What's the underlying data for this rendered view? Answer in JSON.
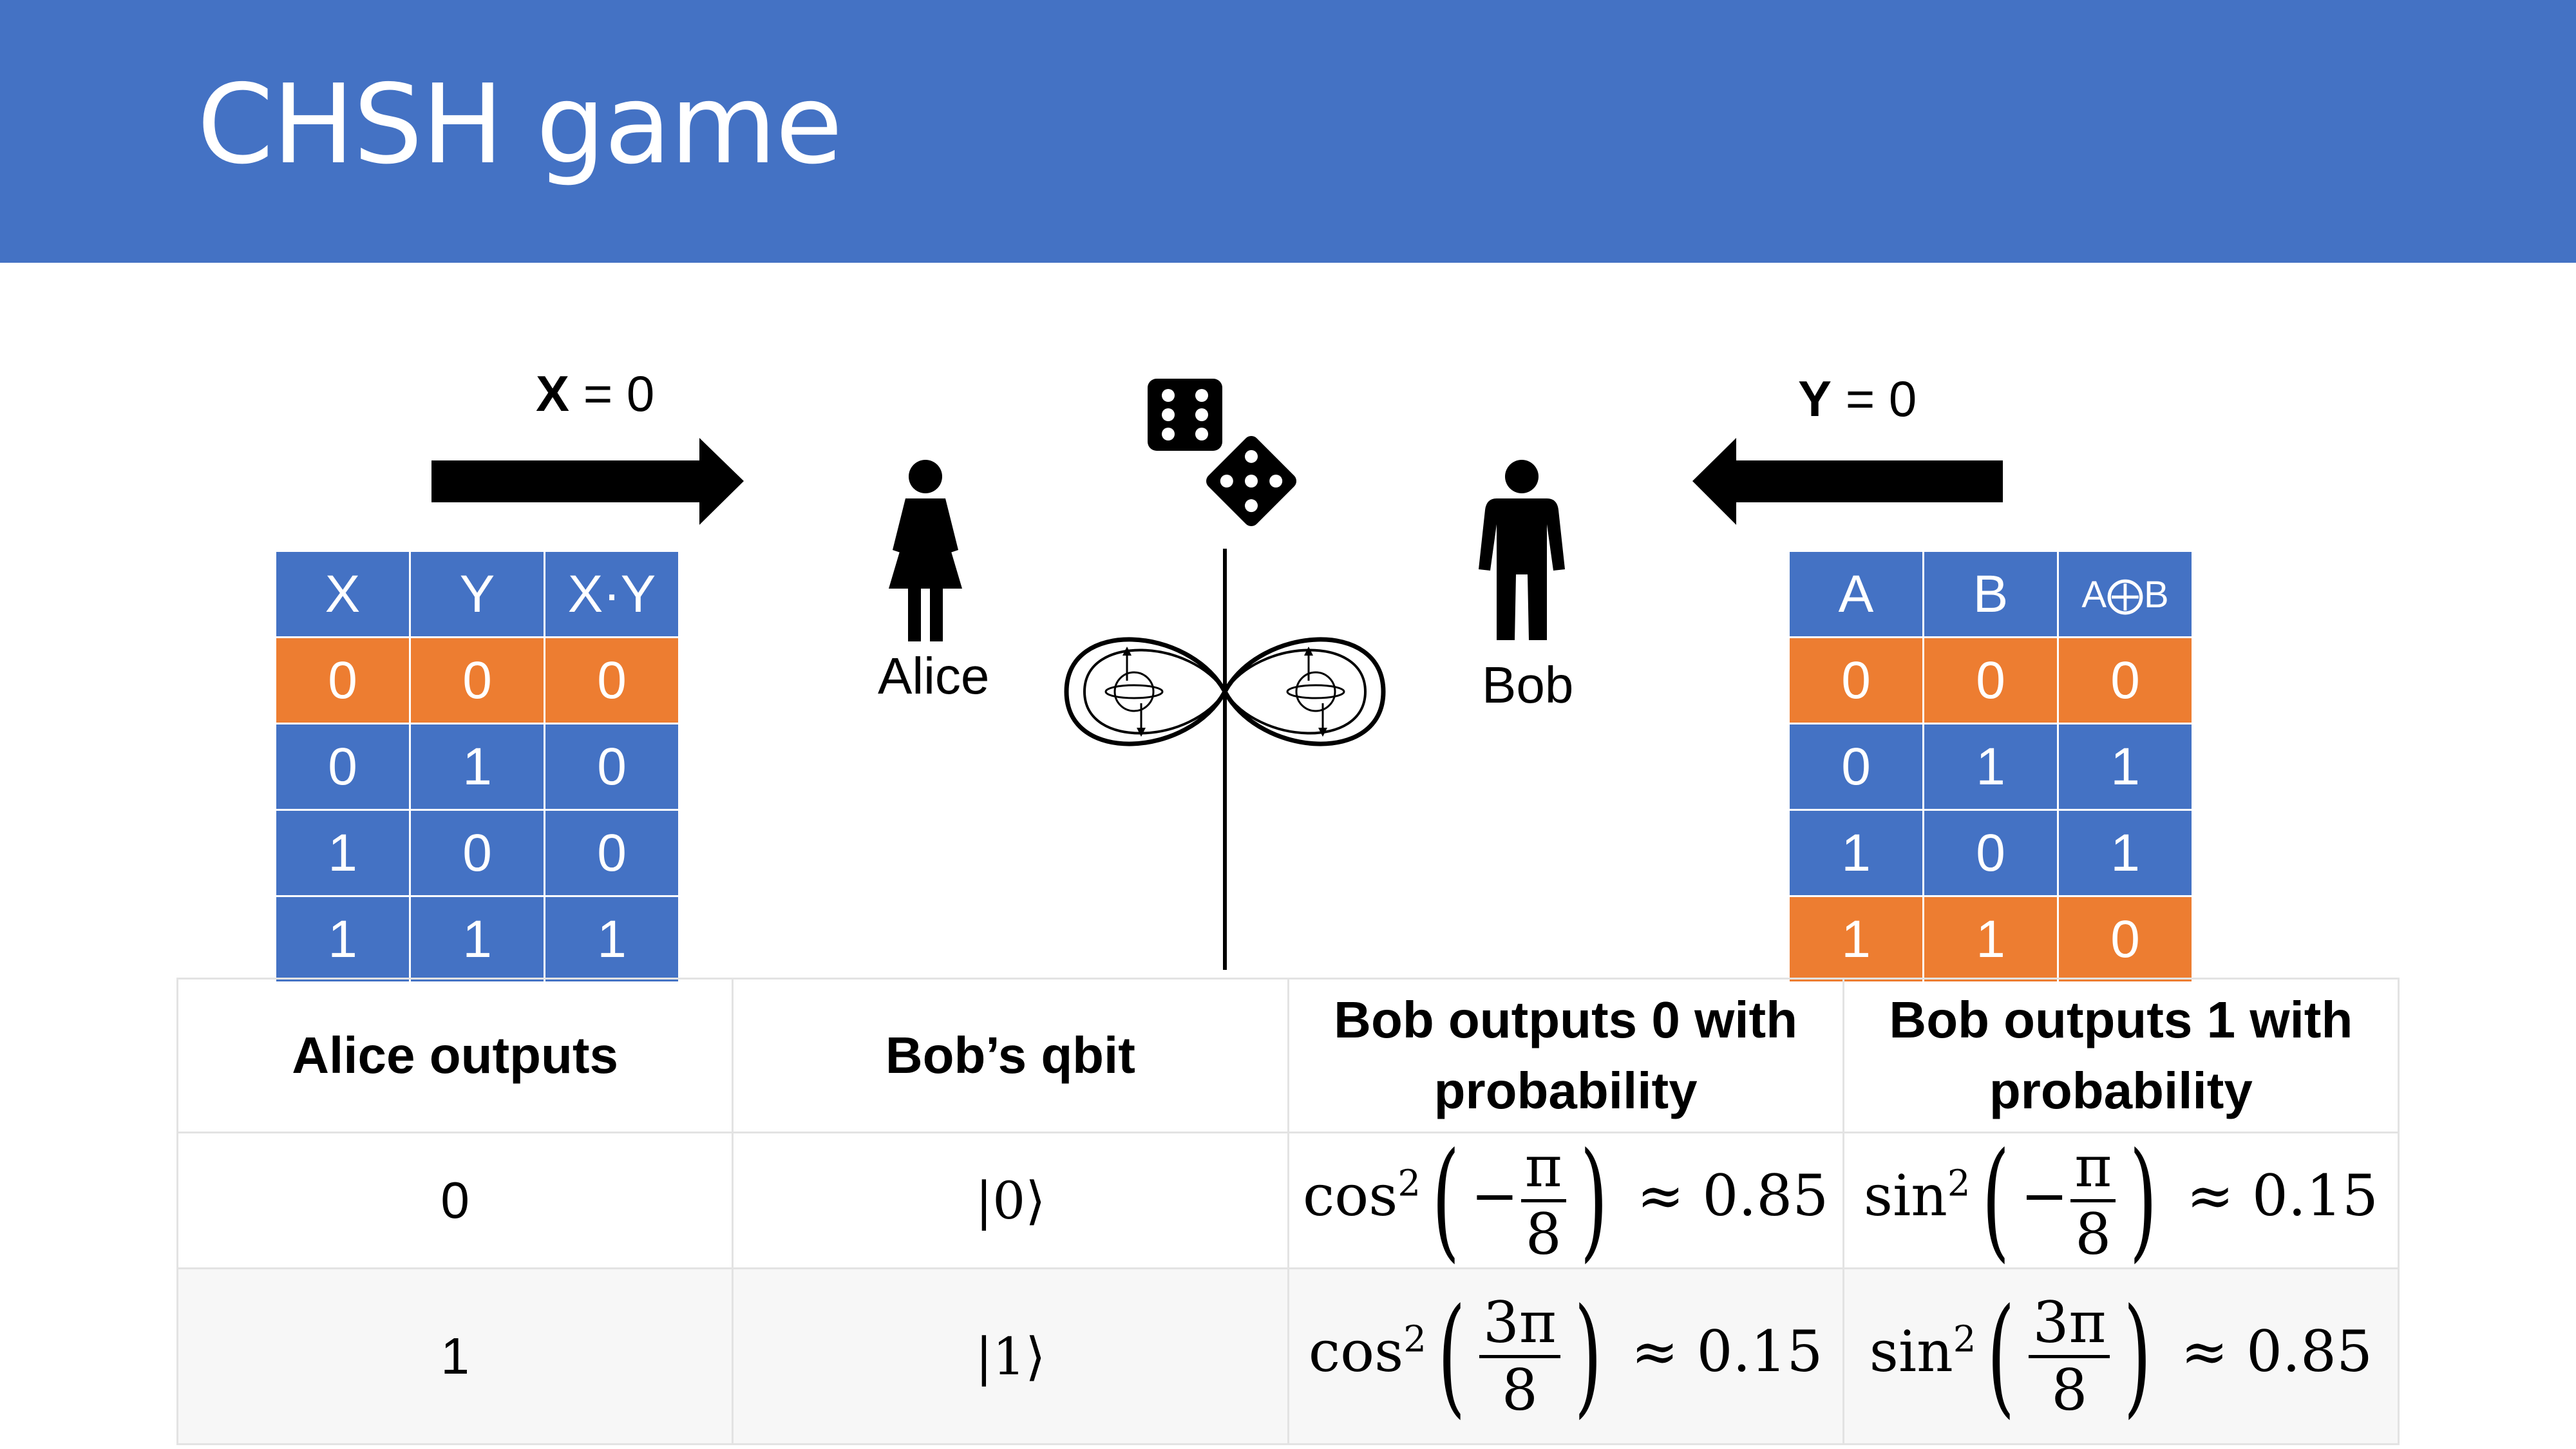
{
  "title": "CHSH game",
  "alice_input": {
    "var": "X",
    "rest": " = 0"
  },
  "bob_input": {
    "var": "Y",
    "rest": " = 0"
  },
  "alice_label": "Alice",
  "bob_label": "Bob",
  "left_table": {
    "headers": [
      "X",
      "Y",
      "X·Y"
    ],
    "rows": [
      [
        "0",
        "0",
        "0"
      ],
      [
        "0",
        "1",
        "0"
      ],
      [
        "1",
        "0",
        "0"
      ],
      [
        "1",
        "1",
        "1"
      ]
    ]
  },
  "right_table": {
    "headers": [
      "A",
      "B",
      "A⨁B"
    ],
    "rows": [
      [
        "0",
        "0",
        "0"
      ],
      [
        "0",
        "1",
        "1"
      ],
      [
        "1",
        "0",
        "1"
      ],
      [
        "1",
        "1",
        "0"
      ]
    ]
  },
  "outcome_table": {
    "headers": [
      "Alice outputs",
      "Bob’s qbit",
      "Bob outputs 0 with probability",
      "Bob outputs 1 with probability"
    ],
    "rows": [
      {
        "alice": "0",
        "qbit": "|0⟩",
        "p0": {
          "fn": "cos",
          "exp": "2",
          "sign": "−",
          "num": "π",
          "den": "8",
          "approx": "≈ 0.85"
        },
        "p1": {
          "fn": "sin",
          "exp": "2",
          "sign": "−",
          "num": "π",
          "den": "8",
          "approx": "≈ 0.15"
        }
      },
      {
        "alice": "1",
        "qbit": "|1⟩",
        "p0": {
          "fn": "cos",
          "exp": "2",
          "sign": "",
          "num": "3π",
          "den": "8",
          "approx": "≈ 0.15"
        },
        "p1": {
          "fn": "sin",
          "exp": "2",
          "sign": "",
          "num": "3π",
          "den": "8",
          "approx": "≈ 0.85"
        }
      }
    ]
  },
  "colors": {
    "blue": "#4472C4",
    "orange": "#ED7D31"
  },
  "icons": [
    "arrow-right-icon",
    "arrow-left-icon",
    "die-icon",
    "die-icon",
    "woman-icon",
    "man-icon",
    "entanglement-icon"
  ]
}
